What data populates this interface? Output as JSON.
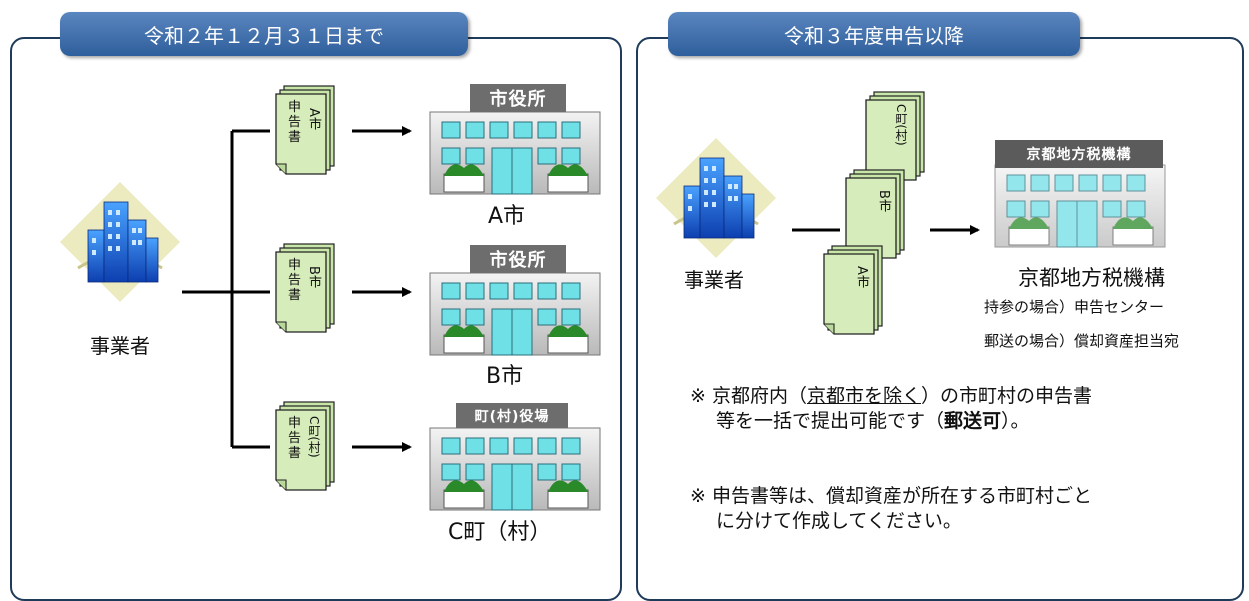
{
  "left": {
    "title": "令和２年１２月３１日まで",
    "business_label": "事業者",
    "docs": [
      {
        "lines": [
          "申",
          "告",
          "書"
        ],
        "sub": "A市"
      },
      {
        "lines": [
          "申",
          "告",
          "書"
        ],
        "sub": "B市"
      },
      {
        "lines": [
          "申",
          "告",
          "書"
        ],
        "sub": "C町(村)"
      }
    ],
    "offices": [
      {
        "sign": "市役所",
        "label": "A市"
      },
      {
        "sign": "市役所",
        "label": "B市"
      },
      {
        "sign": "町(村)役場",
        "label": "C町（村）"
      }
    ]
  },
  "right": {
    "title": "令和３年度申告以降",
    "business_label": "事業者",
    "docs": [
      {
        "sub": "C町(村)"
      },
      {
        "sub": "B市"
      },
      {
        "sub": "A市"
      }
    ],
    "org_sign": "京都地方税機構",
    "org_label": "京都地方税機構",
    "contact_1": "持参の場合）申告センター",
    "contact_2": "郵送の場合）償却資産担当宛",
    "note1": {
      "mark": "※",
      "t1": "京都府内（",
      "underlined": "京都市を除く",
      "t2": "）の市町村の申告書",
      "line2a": "等を一括で提出可能です（",
      "bold": "郵送可",
      "line2b": "）。"
    },
    "note2": {
      "mark": "※",
      "line1": "申告書等は、償却資産が所在する市町村ごと",
      "line2": "に分けて作成してください。"
    }
  }
}
